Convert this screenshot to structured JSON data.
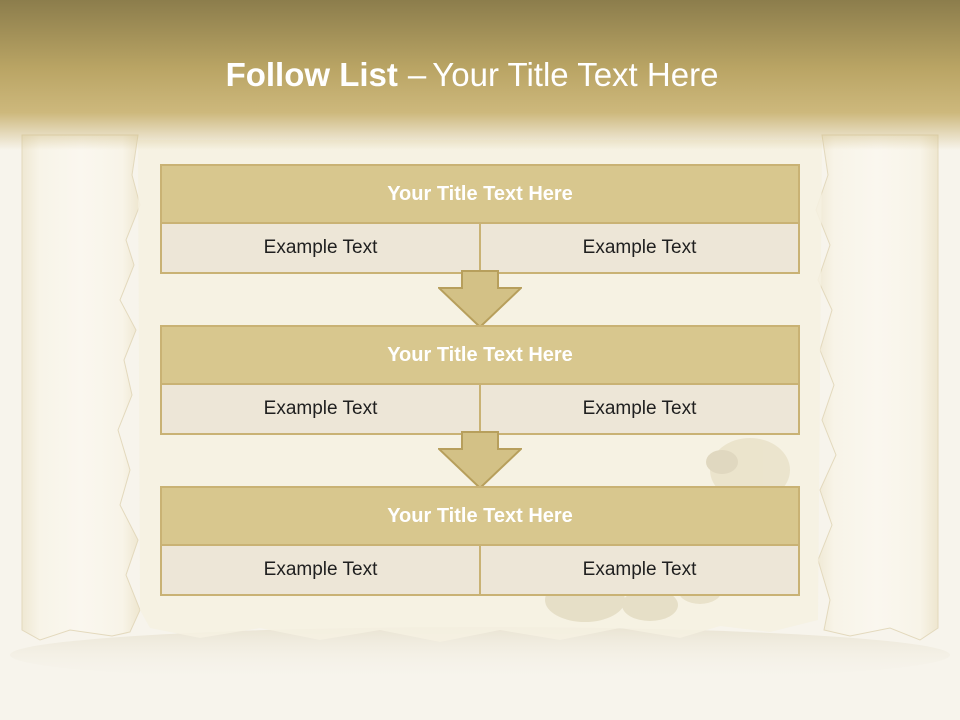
{
  "header": {
    "title_bold": "Follow List",
    "title_sep": "–",
    "title_rest": "Your Title Text Here"
  },
  "colors": {
    "header_top": "#8c7d4c",
    "header_bottom": "#cdb87c",
    "box_fill": "#d8c78e",
    "box_border": "#c9b274",
    "cell_fill": "#ede6d7",
    "arrow_fill": "#d3c186"
  },
  "steps": [
    {
      "title": "Your Title Text Here",
      "left": "Example Text",
      "right": "Example Text"
    },
    {
      "title": "Your Title Text Here",
      "left": "Example Text",
      "right": "Example Text"
    },
    {
      "title": "Your Title Text Here",
      "left": "Example Text",
      "right": "Example Text"
    }
  ]
}
